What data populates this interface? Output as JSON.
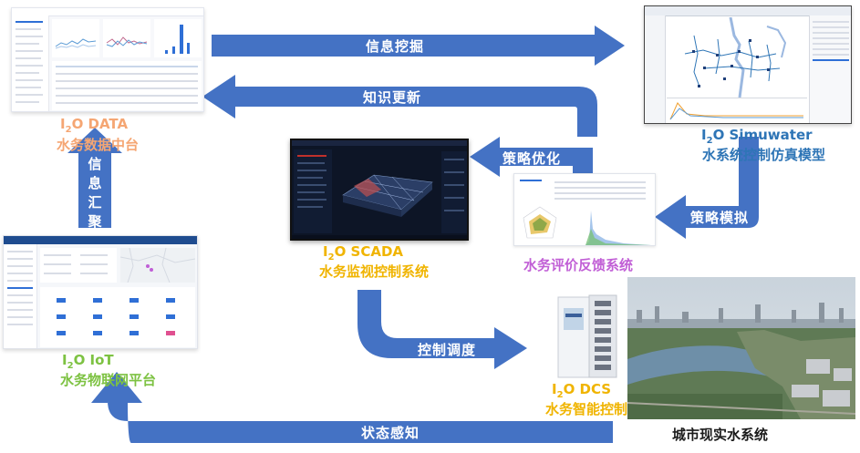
{
  "arrows": {
    "mining": "信息挖掘",
    "update": "知识更新",
    "optimize": "策略优化",
    "simulate": "策略模拟",
    "dispatch": "控制调度",
    "sensing": "状态感知",
    "aggregate_chars": [
      "信",
      "息",
      "汇",
      "聚"
    ]
  },
  "systems": {
    "data": {
      "en_pre": "I",
      "en_sub": "2",
      "en_post": "O DATA",
      "cn": "水务数据中台",
      "color": "#f5a673"
    },
    "simuwater": {
      "en_pre": "I",
      "en_sub": "2",
      "en_post": "O Simuwater",
      "cn": "水系统控制仿真模型",
      "color": "#2e75b6"
    },
    "scada": {
      "en_pre": "I",
      "en_sub": "2",
      "en_post": "O SCADA",
      "cn": "水务监视控制系统",
      "color": "#f0b400"
    },
    "eval": {
      "cn": "水务评价反馈系统",
      "color": "#c15fd6"
    },
    "iot": {
      "en_pre": "I",
      "en_sub": "2",
      "en_post": "O IoT",
      "cn": "水务物联网平台",
      "color": "#7dc242"
    },
    "dcs": {
      "en_pre": "I",
      "en_sub": "2",
      "en_post": "O DCS",
      "cn": "水务智能控制一体机",
      "color": "#f0b400"
    }
  },
  "city_label": "城市现实水系统",
  "colors": {
    "arrow": "#4472c4",
    "text_dark": "#1a1a1a"
  }
}
